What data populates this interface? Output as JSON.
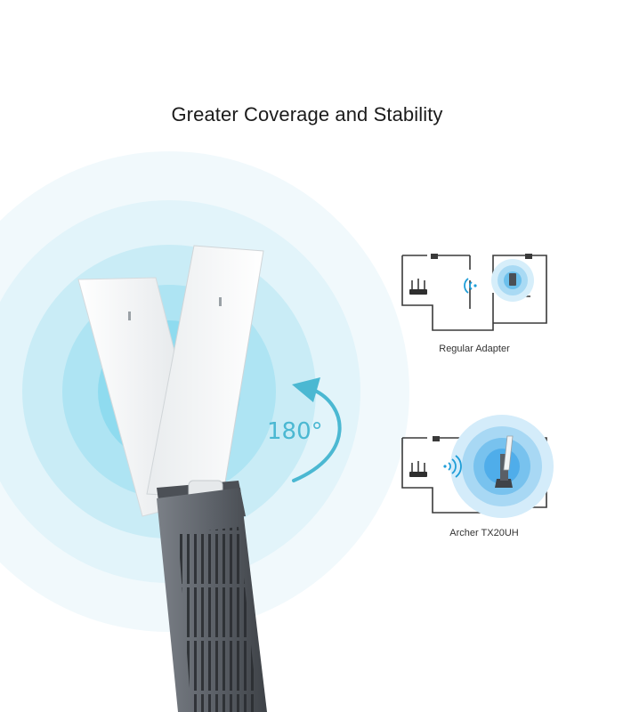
{
  "headline": "Greater Coverage and Stability",
  "rotation": {
    "label": "180°"
  },
  "comparison": [
    {
      "caption": "Regular Adapter"
    },
    {
      "caption": "Archer TX20UH"
    }
  ],
  "colors": {
    "accent": "#4bb8d2",
    "glow_outer": "#eef8fb",
    "glow_mid": "#cdeef6",
    "glow_inner": "#9edff0",
    "signal_blue": "#1f9ed8",
    "device_body": "#5c6066",
    "antenna": "#f2f4f5"
  },
  "icons": [
    "rotate-arrow-icon",
    "wifi-signal-icon",
    "router-icon",
    "usb-adapter-icon"
  ]
}
